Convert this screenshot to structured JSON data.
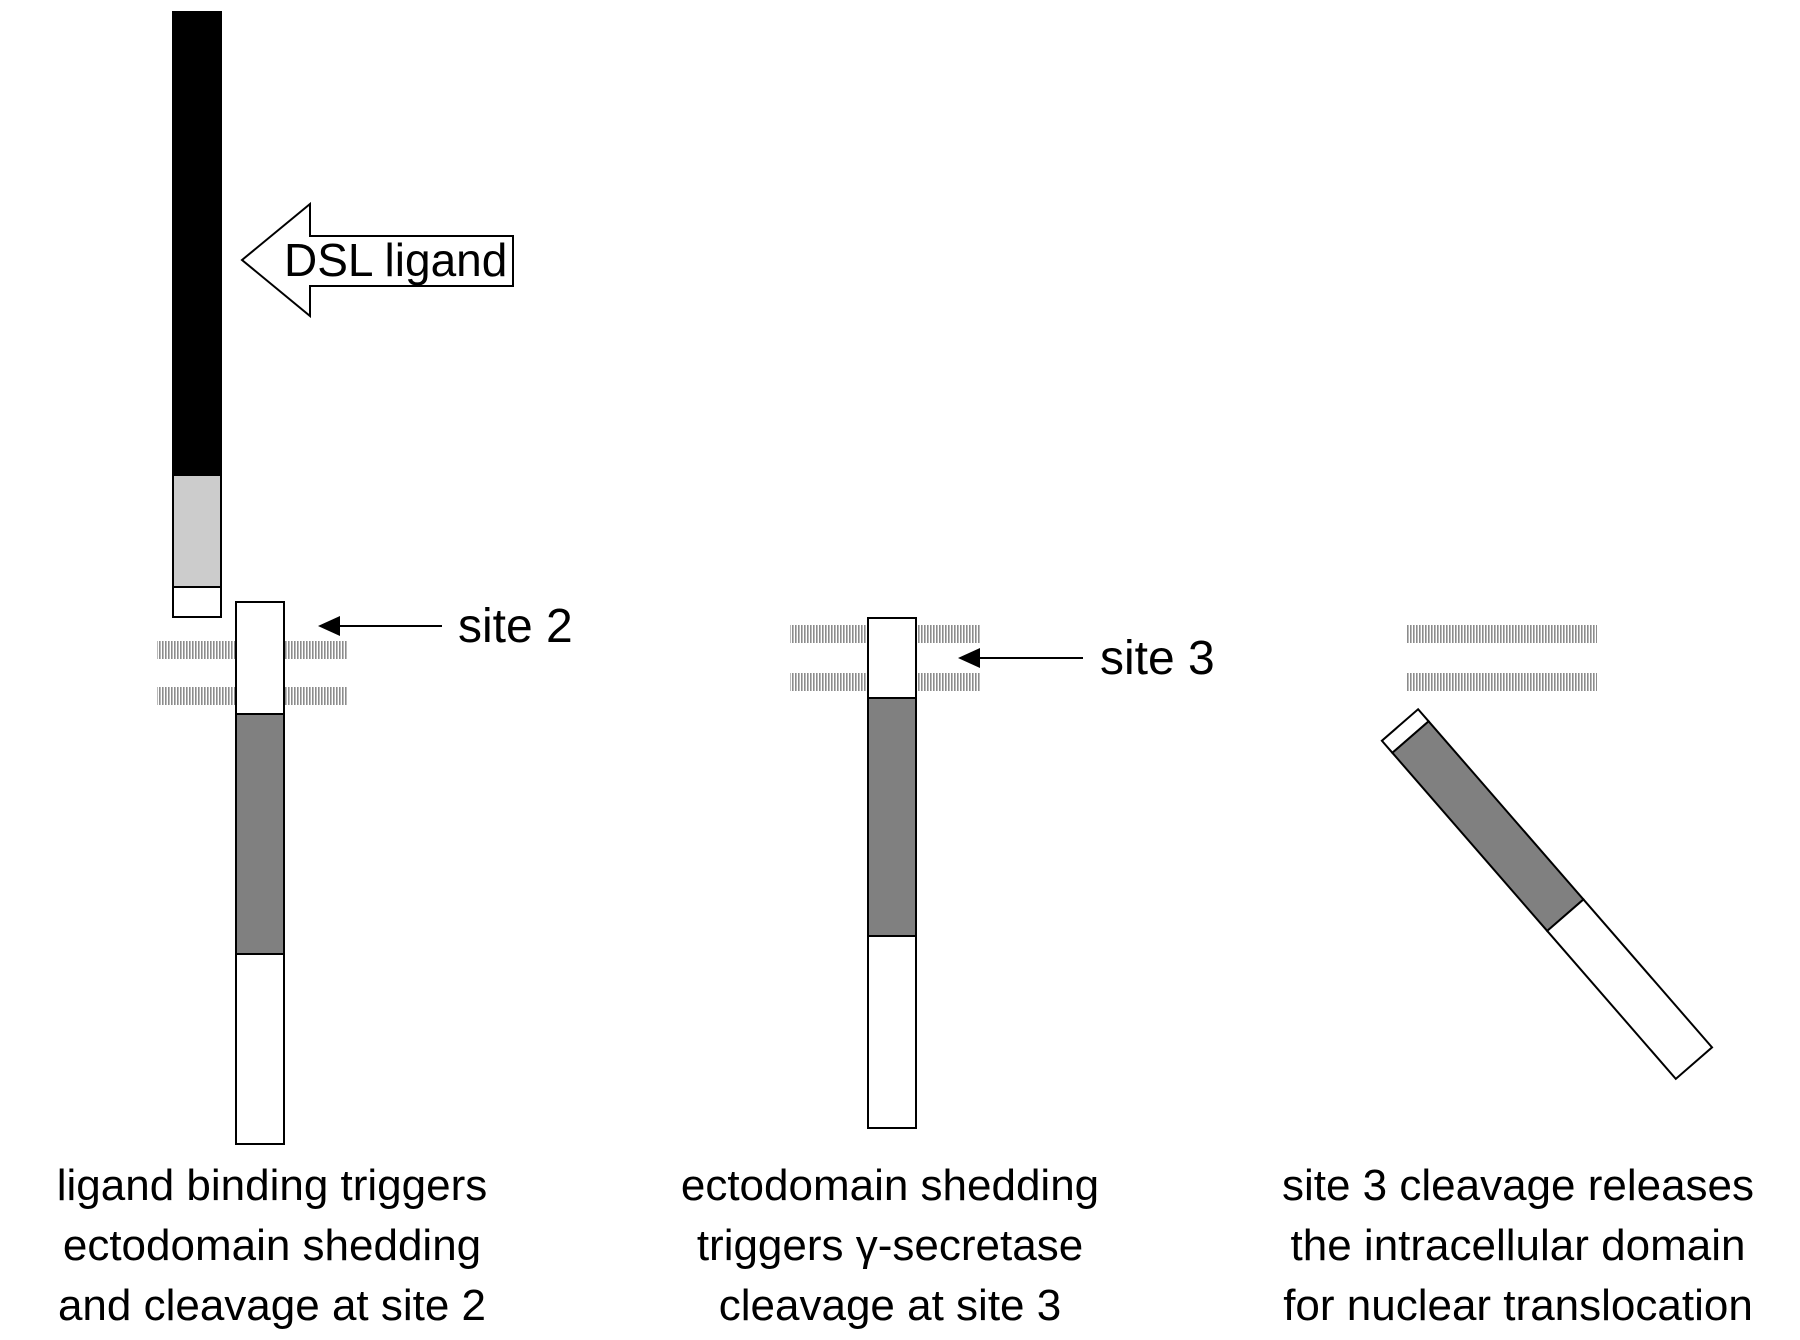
{
  "panels": [
    {
      "caption": [
        "ligand  binding triggers",
        "ectodomain shedding",
        "and cleavage at site 2"
      ],
      "site_label": "site 2",
      "ligand_label": "DSL ligand"
    },
    {
      "caption": [
        "ectodomain shedding",
        "triggers γ-secretase",
        "cleavage at site 3"
      ],
      "site_label": "site 3"
    },
    {
      "caption": [
        "site 3 cleavage releases",
        "the intracellular domain",
        "for nuclear translocation"
      ]
    }
  ],
  "colors": {
    "ectodomain": "#000000",
    "juxtamembrane": "#cccccc",
    "intracellular_domain": "#808080",
    "membrane": "#9a9a9a",
    "outline": "#000000",
    "background": "#ffffff"
  }
}
